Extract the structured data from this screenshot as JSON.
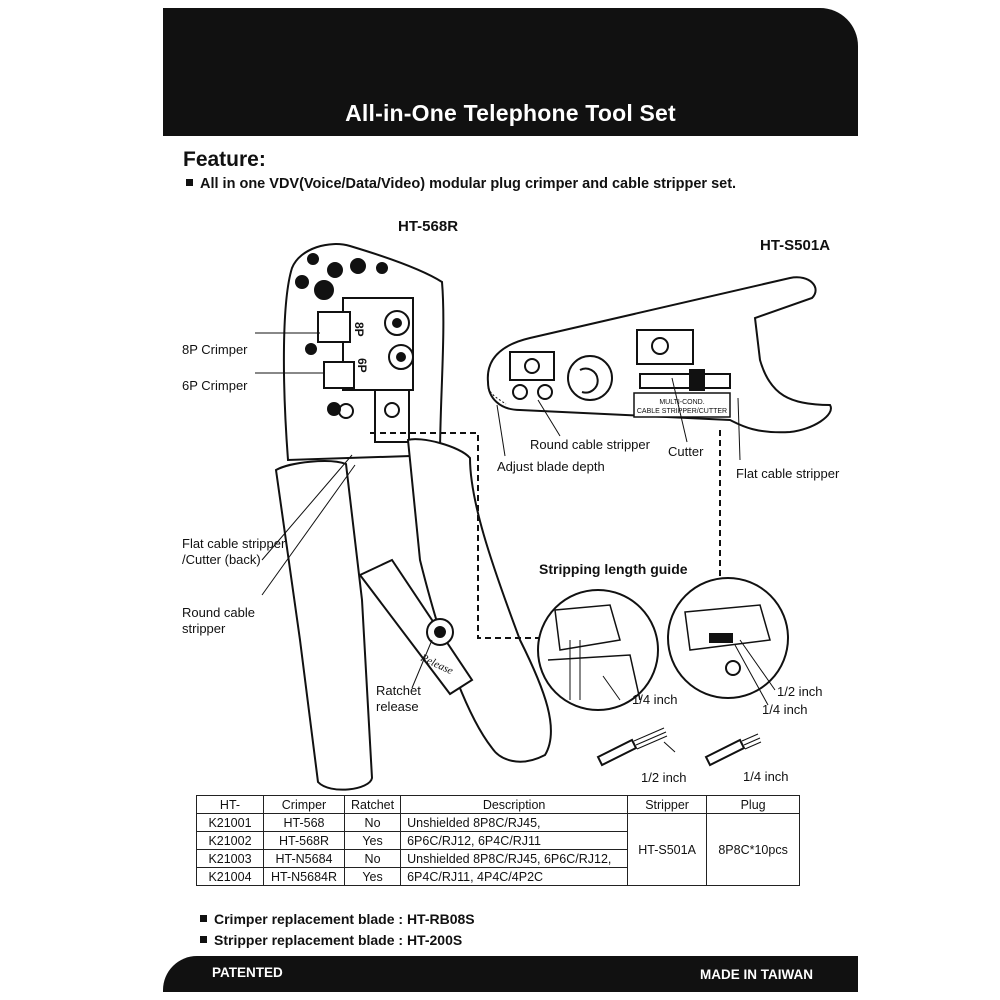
{
  "title": "All-in-One Telephone Tool Set",
  "feature": {
    "heading": "Feature:",
    "line": "All in one VDV(Voice/Data/Video) modular plug crimper and cable stripper set."
  },
  "crimper_tool": {
    "model": "HT-568R",
    "labels": {
      "crimper_8p": "8P Crimper",
      "crimper_6p": "6P Crimper",
      "flat_stripper_line1": "Flat cable stripper",
      "flat_stripper_line2": "/Cutter (back)",
      "round_stripper_line1": "Round cable",
      "round_stripper_line2": "stripper",
      "ratchet_line1": "Ratchet",
      "ratchet_line2": "release",
      "release_engraving": "Release",
      "die_8p": "8P",
      "die_6p": "6P"
    }
  },
  "stripper_tool": {
    "model": "HT-S501A",
    "labels": {
      "round_stripper": "Round cable stripper",
      "adjust_depth": "Adjust blade depth",
      "cutter": "Cutter",
      "flat_stripper": "Flat cable stripper",
      "engraving_line1": "MULTI-COND.",
      "engraving_line2": "CABLE STRIPPER/CUTTER"
    }
  },
  "guide": {
    "heading": "Stripping length guide",
    "left_detail": "1/4 inch",
    "right_detail_a": "1/2 inch",
    "right_detail_b": "1/4 inch",
    "cable_left": "1/2 inch",
    "cable_right": "1/4 inch"
  },
  "table": {
    "headers": [
      "HT-",
      "Crimper",
      "Ratchet",
      "Description",
      "Stripper",
      "Plug"
    ],
    "rows": [
      [
        "K21001",
        "HT-568",
        "No"
      ],
      [
        "K21002",
        "HT-568R",
        "Yes"
      ],
      [
        "K21003",
        "HT-N5684",
        "No"
      ],
      [
        "K21004",
        "HT-N5684R",
        "Yes"
      ]
    ],
    "desc_a": [
      "Unshielded 8P8C/RJ45,",
      "6P6C/RJ12, 6P4C/RJ11"
    ],
    "desc_b": [
      "Unshielded 8P8C/RJ45, 6P6C/RJ12,",
      "6P4C/RJ11, 4P4C/4P2C"
    ],
    "stripper": "HT-S501A",
    "plug": "8P8C*10pcs"
  },
  "notes": [
    "Crimper replacement blade : HT-RB08S",
    "Stripper replacement blade : HT-200S"
  ],
  "footer": {
    "left": "PATENTED",
    "right": "MADE IN TAIWAN"
  }
}
